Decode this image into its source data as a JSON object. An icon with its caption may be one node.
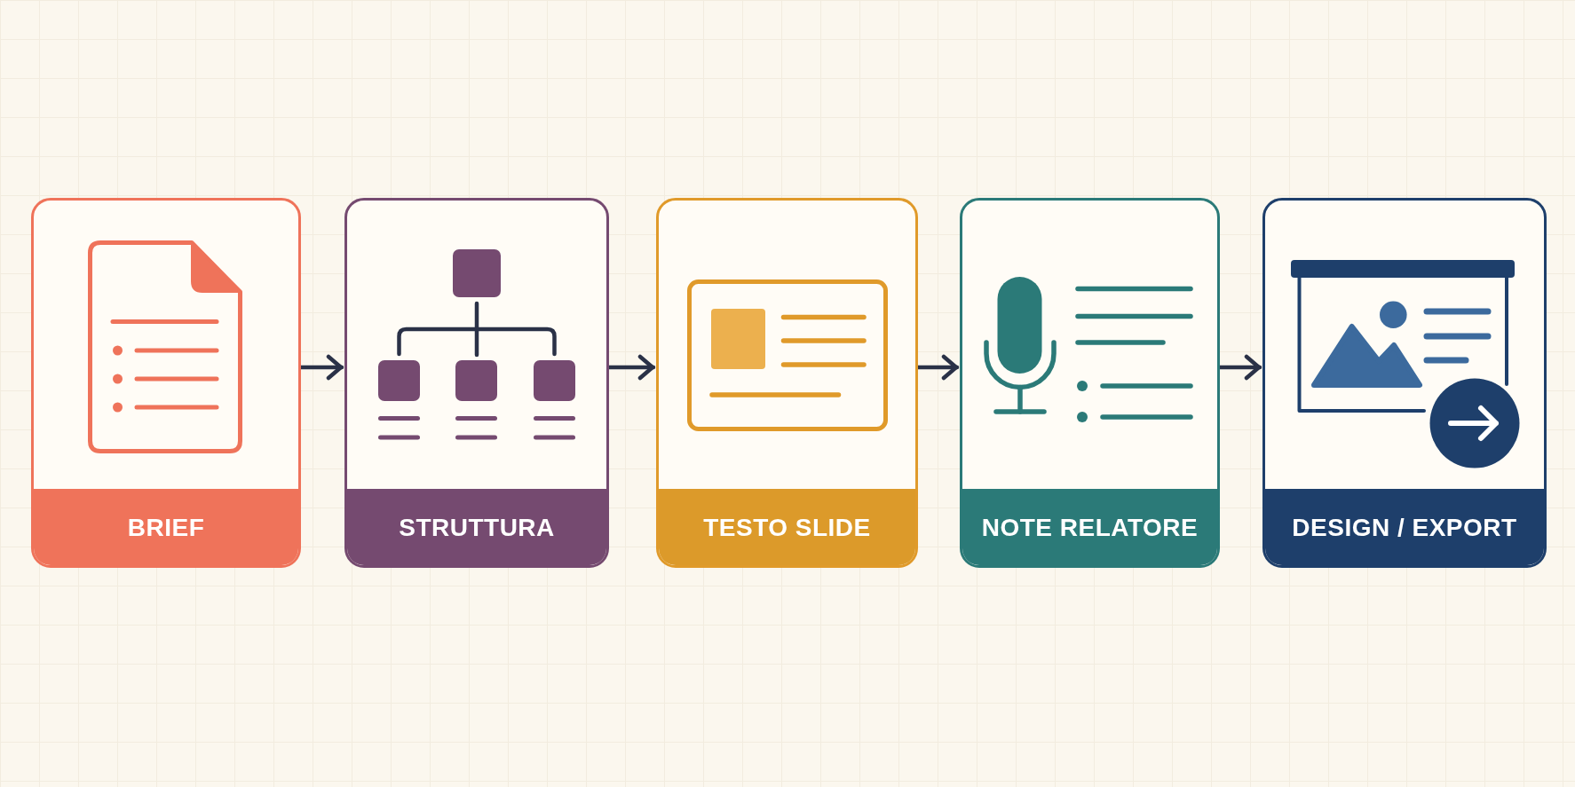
{
  "diagram": {
    "nodes": [
      {
        "text": [
          "BRIEF"
        ]
      },
      {
        "text": [
          "STRUTTURA"
        ]
      },
      {
        "text": [
          "TESTO SLIDE"
        ]
      },
      {
        "text": [
          "NOTE RELATORE"
        ]
      },
      {
        "text": [
          "DESIGN / EXPORT"
        ]
      }
    ],
    "edges": [
      {
        "from": 0,
        "to": 1,
        "arrow": "to"
      },
      {
        "from": 1,
        "to": 2,
        "arrow": "to"
      },
      {
        "from": 2,
        "to": 3,
        "arrow": "to"
      },
      {
        "from": 3,
        "to": 4,
        "arrow": "to"
      }
    ]
  }
}
